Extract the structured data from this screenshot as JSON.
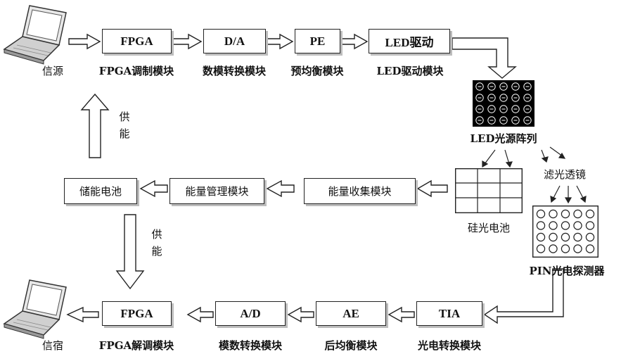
{
  "top_row": {
    "source_label": "信源",
    "fpga_mod": {
      "box": "FPGA",
      "caption": "FPGA调制模块"
    },
    "dac": {
      "box": "D/A",
      "caption": "数模转换模块"
    },
    "pe": {
      "box": "PE",
      "caption": "预均衡模块"
    },
    "led_drive": {
      "box": "LED驱动",
      "caption": "LED驱动模块"
    }
  },
  "led_array_label": "LED光源阵列",
  "filter_lens_label": "滤光透镜",
  "solar_cell_label": "硅光电池",
  "pin_detector_label": "PIN光电探测器",
  "middle_row": {
    "energy_collect": "能量收集模块",
    "energy_manage": "能量管理模块",
    "battery": "储能电池",
    "power_supply_up": "供能",
    "power_supply_down": "供能"
  },
  "bottom_row": {
    "sink_label": "信宿",
    "fpga_demod": {
      "box": "FPGA",
      "caption": "FPGA解调模块"
    },
    "adc": {
      "box": "A/D",
      "caption": "模数转换模块"
    },
    "ae": {
      "box": "AE",
      "caption": "后均衡模块"
    },
    "tia": {
      "box": "TIA",
      "caption": "光电转换模块"
    }
  }
}
